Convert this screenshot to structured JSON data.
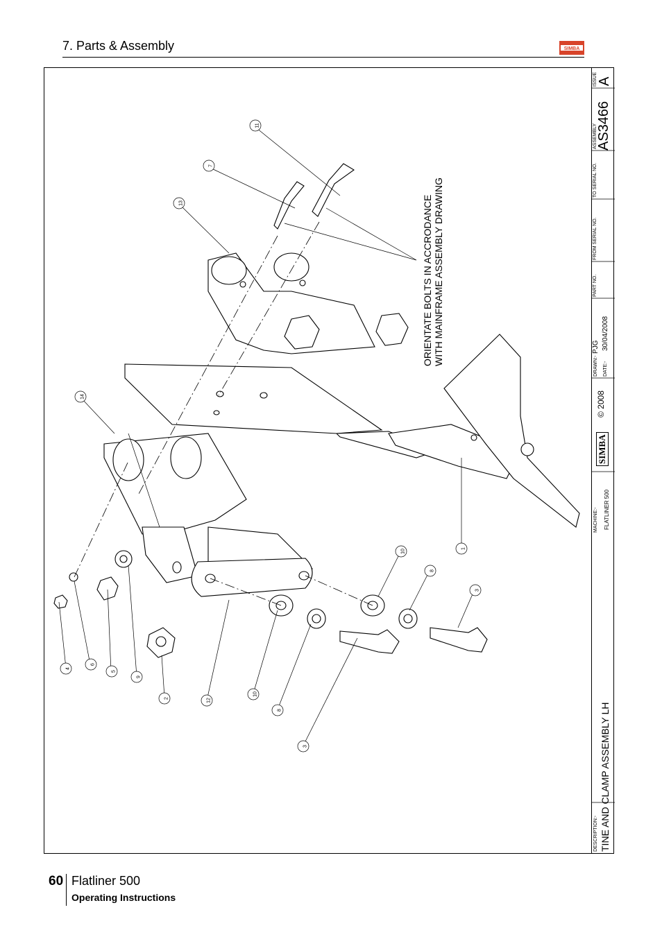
{
  "header": {
    "section": "7. Parts & Assembly",
    "logo_text": "SIMBA"
  },
  "drawing": {
    "note_line1": "ORIENTATE BOLTS IN ACCRODANCE",
    "note_line2": "WITH MAINFRAME ASSEMBLY DRAWING",
    "callouts": [
      "11",
      "7",
      "13",
      "14",
      "1",
      "10",
      "8",
      "3",
      "4",
      "6",
      "5",
      "9",
      "2",
      "12",
      "10",
      "8",
      "3"
    ]
  },
  "title_block": {
    "issue_label": "ISSUE",
    "issue_value": "A",
    "assembly_label": "ASSEMBLY",
    "assembly_value": "AS3466",
    "to_serial_label": "TO SERIAL NO.",
    "from_serial_label": "FROM SERIAL NO.",
    "part_no_label": "PART NO.",
    "drawn_label": "DRAWN:-",
    "drawn_value": "PJG",
    "date_label": "DATE:-",
    "date_value": "30/04/2008",
    "copyright": "© 2008",
    "logo_text": "SIMBA",
    "machine_label": "MACHINE:-",
    "machine_value": "FLATLINER 500",
    "description_label": "DESCRIPTION:-",
    "description_value": "TINE AND CLAMP ASSEMBLY LH"
  },
  "footer": {
    "page_number": "60",
    "product": "Flatliner 500",
    "doc_type": "Operating Instructions"
  }
}
